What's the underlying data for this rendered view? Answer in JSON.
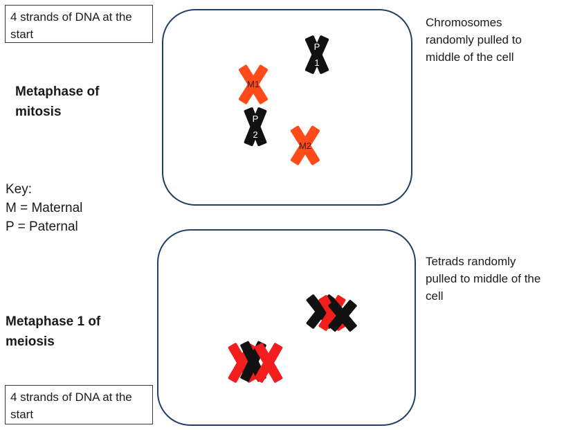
{
  "top_box": {
    "text": "4 strands of DNA at the start"
  },
  "bottom_box": {
    "text": "4 strands of DNA at the start"
  },
  "mitosis": {
    "heading_line1": "Metaphase of",
    "heading_line2": "mitosis",
    "note_line1": "Chromosomes",
    "note_line2": "randomly pulled to",
    "note_line3": "middle of the cell",
    "chromosomes": [
      {
        "label": "M1",
        "color": "#ff4a1a"
      },
      {
        "label_top": "P",
        "label_bottom": "1",
        "color": "#111111"
      },
      {
        "label_top": "P",
        "label_bottom": "2",
        "color": "#111111"
      },
      {
        "label": "M2",
        "color": "#ff4a1a"
      }
    ]
  },
  "meiosis": {
    "heading_line1": "Metaphase 1 of",
    "heading_line2": "meiosis",
    "note_line1": "Tetrads randomly",
    "note_line2": "pulled to middle of the",
    "note_line3": "cell",
    "tetrad_colors": {
      "maternal": "#f21d1d",
      "paternal": "#111111"
    }
  },
  "key": {
    "title": "Key:",
    "maternal": "M = Maternal",
    "paternal": "P = Paternal"
  },
  "colors": {
    "cell_border": "#1f3f66"
  }
}
